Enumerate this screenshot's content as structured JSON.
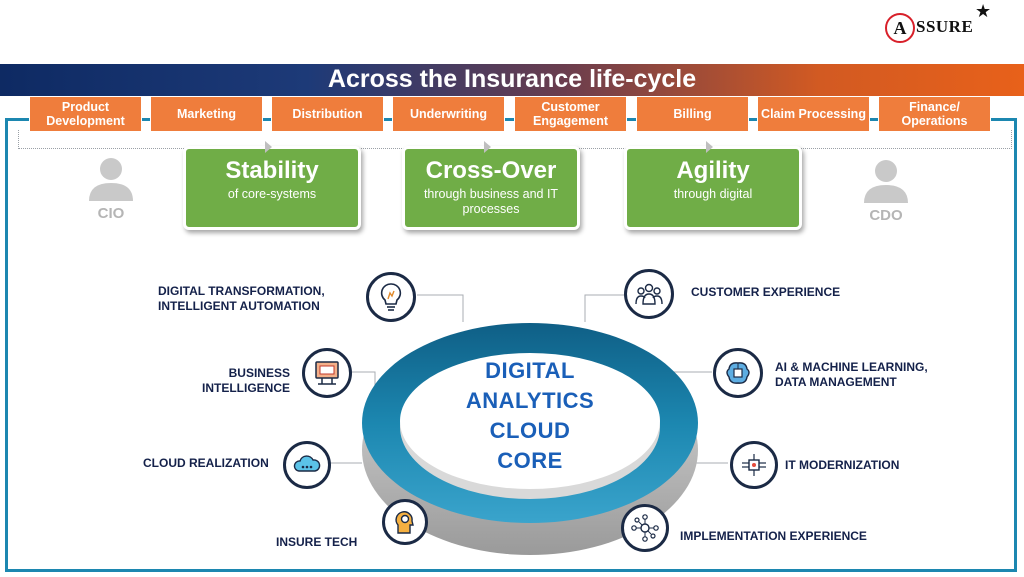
{
  "logo": {
    "letter": "A",
    "text": "SSURE",
    "star": "★"
  },
  "banner": {
    "title": "Across the Insurance life-cycle"
  },
  "stages": [
    "Product Development",
    "Marketing",
    "Distribution",
    "Underwriting",
    "Customer Engagement",
    "Billing",
    "Claim Processing",
    "Finance/ Operations"
  ],
  "personas": {
    "left": "CIO",
    "right": "CDO"
  },
  "cards": [
    {
      "title": "Stability",
      "subtitle": "of core-systems"
    },
    {
      "title": "Cross-Over",
      "subtitle": "through business and IT processes"
    },
    {
      "title": "Agility",
      "subtitle": "through digital"
    }
  ],
  "core": {
    "line1": "DIGITAL",
    "line2": "ANALYTICS",
    "line3": "CLOUD",
    "line4": "CORE"
  },
  "capabilities": {
    "digital_transformation": "DIGITAL TRANSFORMATION, INTELLIGENT AUTOMATION",
    "business_intelligence": "BUSINESS INTELLIGENCE",
    "cloud_realization": "CLOUD REALIZATION",
    "insure_tech": "INSURE TECH",
    "customer_experience": "CUSTOMER EXPERIENCE",
    "ai_ml": "AI & MACHINE LEARNING, DATA MANAGEMENT",
    "it_modernization": "IT MODERNIZATION",
    "implementation_experience": "IMPLEMENTATION EXPERIENCE"
  },
  "colors": {
    "navy": "#0e2a63",
    "orange": "#ef7d3c",
    "green": "#70ad47",
    "ring_blue": "#1c87b0",
    "text_blue": "#1a5fb8"
  }
}
